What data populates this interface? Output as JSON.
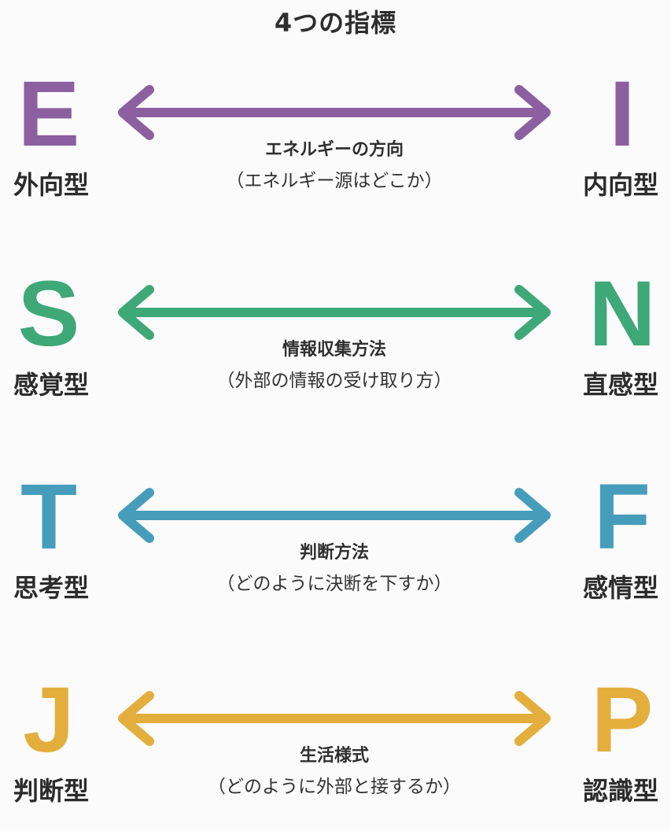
{
  "title": "4つの指標",
  "rows": [
    {
      "left_letter": "E",
      "left_type": "外向型",
      "right_letter": "I",
      "right_type": "内向型",
      "label": "エネルギーの方向",
      "sub": "（エネルギー源はどこか）",
      "color": "#8b5fa0"
    },
    {
      "left_letter": "S",
      "left_type": "感覚型",
      "right_letter": "N",
      "right_type": "直感型",
      "label": "情報収集方法",
      "sub": "（外部の情報の受け取り方）",
      "color": "#3ea878"
    },
    {
      "left_letter": "T",
      "left_type": "思考型",
      "right_letter": "F",
      "right_type": "感情型",
      "label": "判断方法",
      "sub": "（どのように決断を下すか）",
      "color": "#469dbb"
    },
    {
      "left_letter": "J",
      "left_type": "判断型",
      "right_letter": "P",
      "right_type": "認識型",
      "label": "生活様式",
      "sub": "（どのように外部と接するか）",
      "color": "#e3ae3c"
    }
  ]
}
